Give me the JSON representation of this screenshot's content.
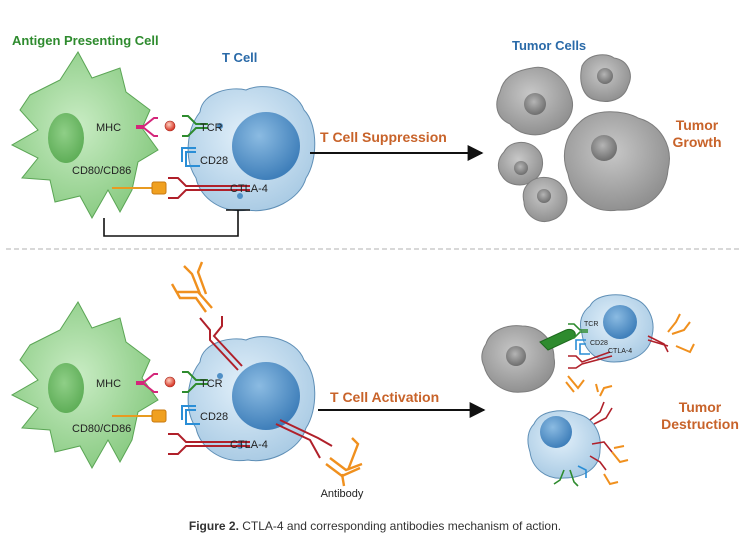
{
  "top_panel": {
    "apc_title": "Antigen Presenting Cell",
    "tcell_title": "T Cell",
    "tumor_title": "Tumor Cells",
    "mhc_label": "MHC",
    "tcr_label": "TCR",
    "cd28_label": "CD28",
    "cd80_label": "CD80/CD86",
    "ctla4_label": "CTLA-4",
    "arrow_label": "T Cell Suppression",
    "outcome_line1": "Tumor",
    "outcome_line2": "Growth"
  },
  "bottom_panel": {
    "mhc_label": "MHC",
    "tcr_label": "TCR",
    "cd28_label": "CD28",
    "cd80_label": "CD80/CD86",
    "ctla4_label": "CTLA-4",
    "antibody_label": "Antibody",
    "arrow_label": "T Cell Activation",
    "outcome_line1": "Tumor",
    "outcome_line2": "Destruction",
    "small_tcr_label": "TCR",
    "small_cd28_label": "CD28",
    "small_ctla4_label": "CTLA-4"
  },
  "caption": {
    "prefix": "Figure 2.",
    "text": " CTLA-4 and corresponding antibodies mechanism of action."
  },
  "colors": {
    "apc_green": "#9fd89a",
    "apc_text": "#2e8b2e",
    "tcell_blue": "#b9d8ee",
    "nucleus_blue": "#4f8fc6",
    "title_blue": "#2a6aa8",
    "orange_text": "#c8632a",
    "mhc_pink": "#d4267a",
    "tcr_green": "#2e8b2e",
    "cd28_blue": "#2a8ed6",
    "ctla4_red": "#b0202a",
    "antibody_orange": "#f0901e",
    "tumor_gray": "#9a9a9a"
  }
}
